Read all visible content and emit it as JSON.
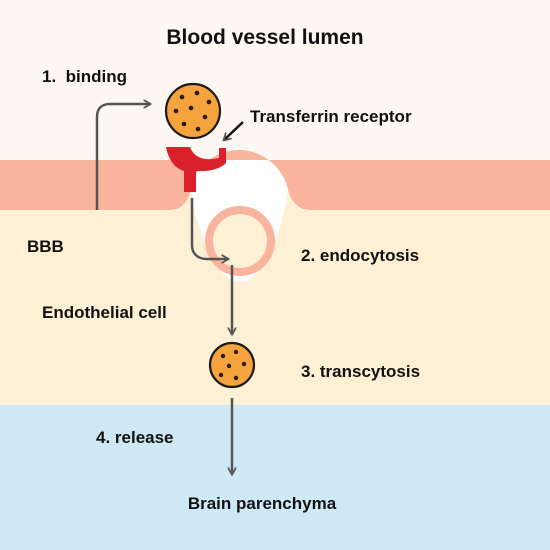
{
  "title": "Blood vessel lumen",
  "labels": {
    "bbb": "BBB",
    "endothelial_cell": "Endothelial cell",
    "receptor": "Transferrin receptor",
    "parenchyma": "Brain parenchyma"
  },
  "steps": [
    {
      "label": "1.  binding"
    },
    {
      "label": "2. endocytosis"
    },
    {
      "label": "3. transcytosis"
    },
    {
      "label": "4. release"
    }
  ],
  "colors": {
    "lumen": "#fdf9f2",
    "membrane": "#f9b49d",
    "cell": "#fdf0d5",
    "parenchyma": "#cfe8f5",
    "particle": "#f4a33d",
    "receptor": "#d9202b",
    "arrow": "#555555",
    "dot": "#2b1b10"
  }
}
